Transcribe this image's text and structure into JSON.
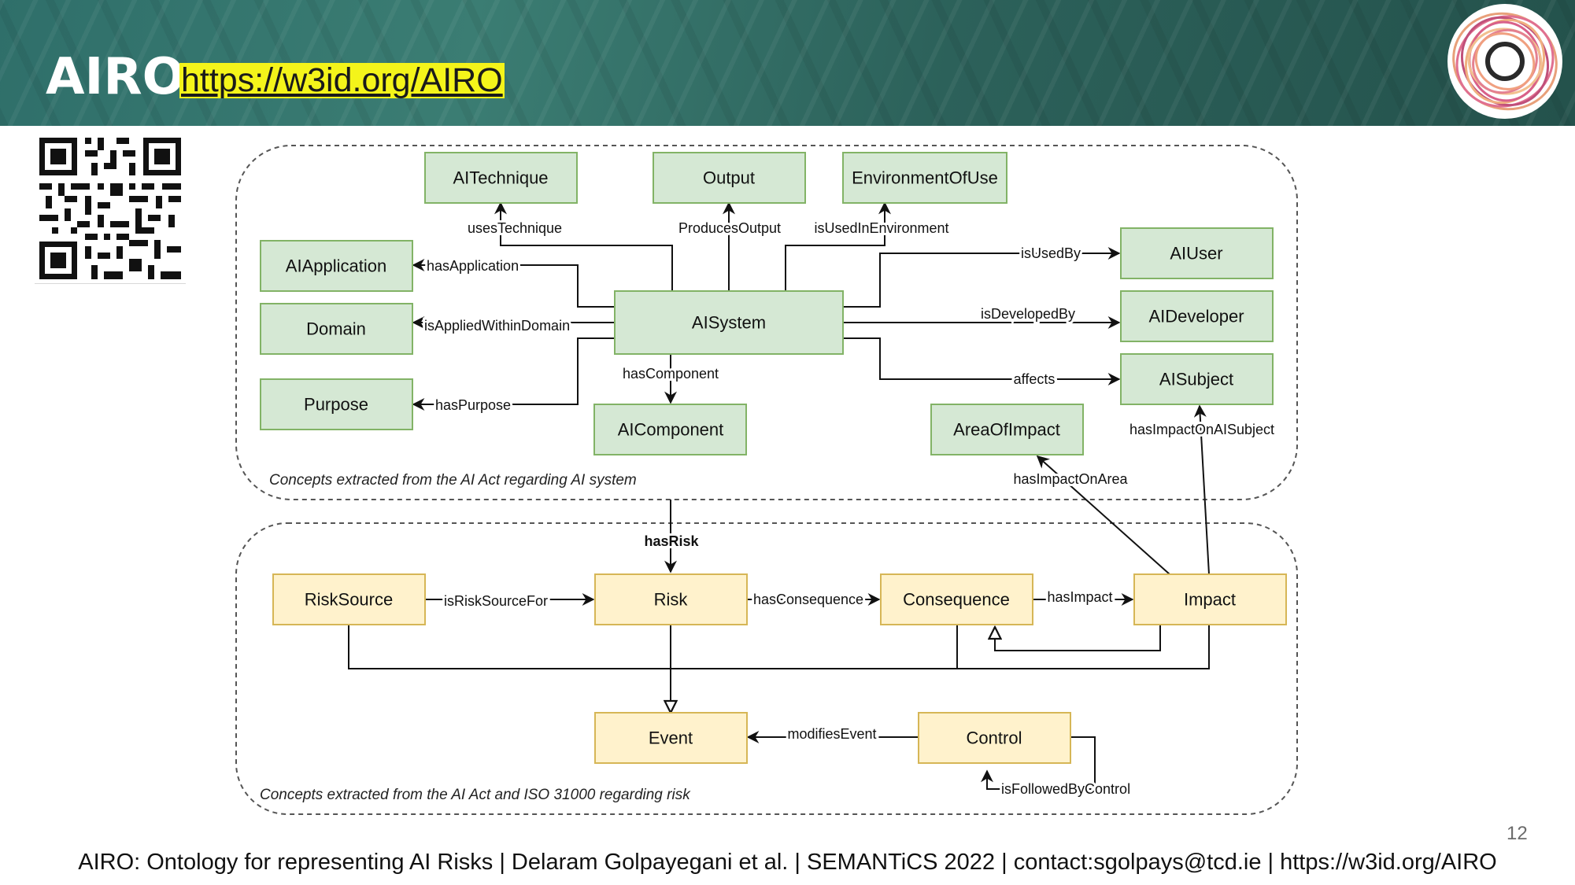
{
  "header": {
    "title": "AIRO",
    "link": "https://w3id.org/AIRO"
  },
  "colors": {
    "header_bg": "#2f6f6a",
    "link_highlight": "#f4f41a",
    "ai_system_box": "#d5e8d4",
    "ai_system_border": "#82b366",
    "risk_box": "#fff2cc",
    "risk_border": "#d6b656"
  },
  "icons": [
    "qr-code-icon",
    "airo-logo-icon"
  ],
  "diagram": {
    "top_group_caption": "Concepts extracted from the AI Act regarding AI system",
    "bottom_group_caption": "Concepts extracted from the AI Act and ISO 31000 regarding risk",
    "nodes": {
      "ai_technique": "AITechnique",
      "output": "Output",
      "environment_of_use": "EnvironmentOfUse",
      "ai_application": "AIApplication",
      "domain": "Domain",
      "purpose": "Purpose",
      "ai_system": "AISystem",
      "ai_component": "AIComponent",
      "ai_user": "AIUser",
      "ai_developer": "AIDeveloper",
      "ai_subject": "AISubject",
      "area_of_impact": "AreaOfImpact",
      "risk_source": "RiskSource",
      "risk": "Risk",
      "consequence": "Consequence",
      "impact": "Impact",
      "event": "Event",
      "control": "Control"
    },
    "edges": {
      "uses_technique": "usesTechnique",
      "produces_output": "ProducesOutput",
      "is_used_in_environment": "isUsedInEnvironment",
      "has_application": "hasApplication",
      "is_applied_within_domain": "isAppliedWithinDomain",
      "has_purpose": "hasPurpose",
      "has_component": "hasComponent",
      "is_used_by": "isUsedBy",
      "is_developed_by": "isDevelopedBy",
      "affects": "affects",
      "has_impact_on_ai_subject": "hasImpactOnAISubject",
      "has_impact_on_area": "hasImpactOnArea",
      "has_risk": "hasRisk",
      "is_risk_source_for": "isRiskSourceFor",
      "has_consequence": "hasConsequence",
      "has_impact": "hasImpact",
      "modifies_event": "modifiesEvent",
      "is_followed_by_control": "isFollowedByControl"
    }
  },
  "page_number": "12",
  "footer": "AIRO: Ontology for representing AI Risks | Delaram Golpayegani et al. | SEMANTiCS 2022 | contact:sgolpays@tcd.ie | https://w3id.org/AIRO"
}
